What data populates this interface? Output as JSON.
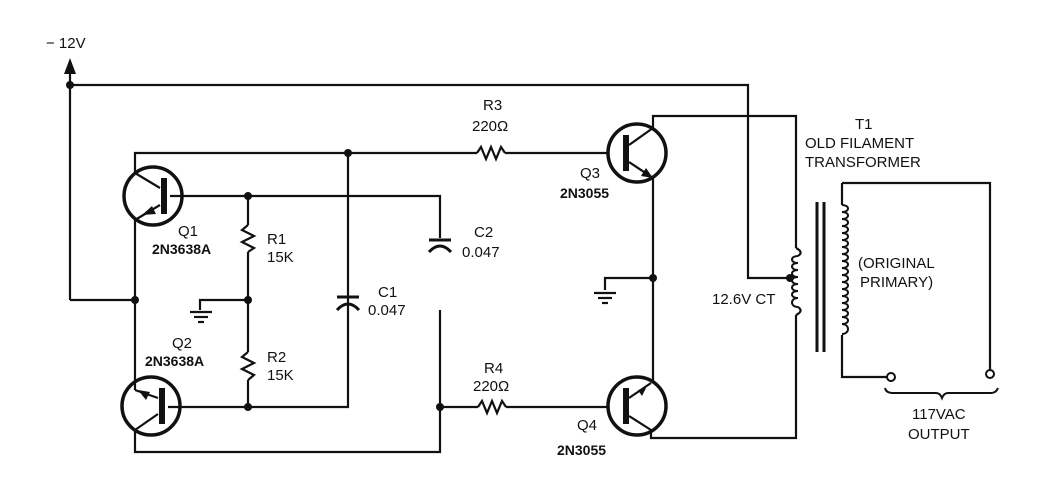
{
  "diagram": {
    "title": "Transistor inverter (12V DC to 117VAC)",
    "supply": {
      "label": "− 12V"
    },
    "transistors": [
      {
        "ref": "Q1",
        "part": "2N3638A",
        "type": "PNP"
      },
      {
        "ref": "Q2",
        "part": "2N3638A",
        "type": "PNP"
      },
      {
        "ref": "Q3",
        "part": "2N3055",
        "type": "NPN"
      },
      {
        "ref": "Q4",
        "part": "2N3055",
        "type": "NPN"
      }
    ],
    "resistors": [
      {
        "ref": "R1",
        "value": "15K"
      },
      {
        "ref": "R2",
        "value": "15K"
      },
      {
        "ref": "R3",
        "value": "220Ω"
      },
      {
        "ref": "R4",
        "value": "220Ω"
      }
    ],
    "capacitors": [
      {
        "ref": "C1",
        "value": "0.047"
      },
      {
        "ref": "C2",
        "value": "0.047"
      }
    ],
    "transformer": {
      "ref": "T1",
      "line1": "OLD FILAMENT",
      "line2": "TRANSFORMER",
      "secondary_label": "12.6V CT",
      "primary_line1": "(ORIGINAL",
      "primary_line2": "PRIMARY)"
    },
    "output": {
      "line1": "117VAC",
      "line2": "OUTPUT"
    }
  }
}
